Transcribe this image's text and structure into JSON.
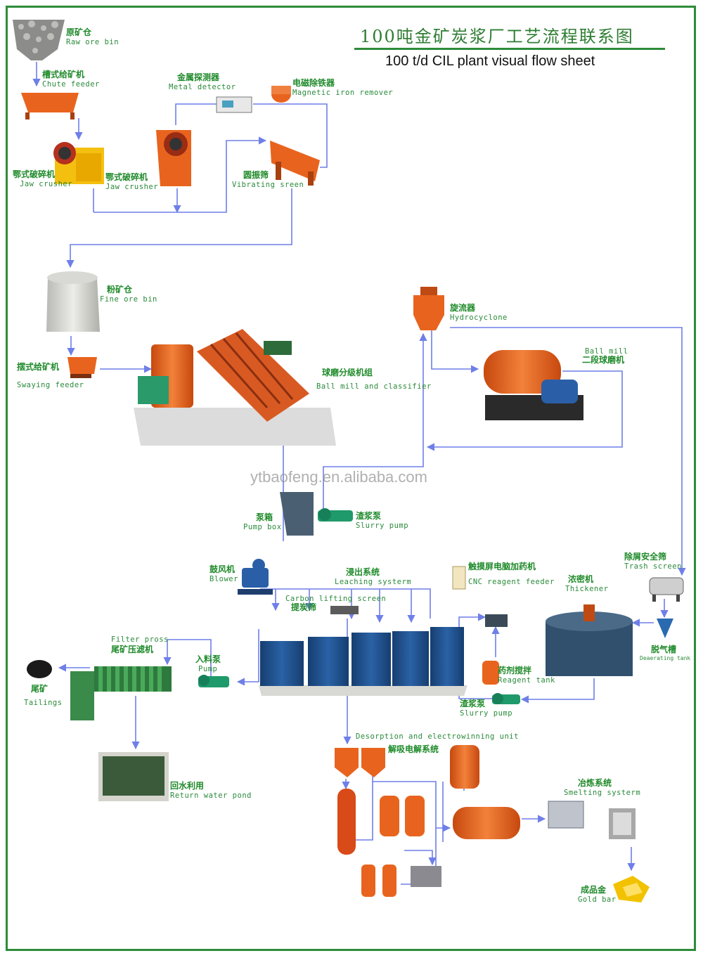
{
  "title": {
    "zh": "100吨金矿炭浆厂工艺流程联系图",
    "en": "100 t/d CIL plant visual flow sheet"
  },
  "watermark": "ytbaofeng.en.alibaba.com",
  "colors": {
    "frame": "#2e8b3a",
    "flow_line": "#6f7fe8",
    "label_green": "#1f8a2a",
    "equipment_orange": "#e8641e",
    "tank_blue": "#1e4f8c"
  },
  "equipment": {
    "raw_ore_bin": {
      "zh": "原矿仓",
      "en": "Raw ore bin"
    },
    "chute_feeder": {
      "zh": "槽式给矿机",
      "en": "Chute feeder"
    },
    "metal_detector": {
      "zh": "金属探测器",
      "en": "Metal detector"
    },
    "magnetic_iron_remover": {
      "zh": "电磁除铁器",
      "en": "Magnetic iron remover"
    },
    "jaw_crusher_1": {
      "zh": "鄂式破碎机",
      "en": "Jaw crusher"
    },
    "jaw_crusher_2": {
      "zh": "鄂式破碎机",
      "en": "Jaw crusher"
    },
    "vibrating_screen": {
      "zh": "圆振筛",
      "en": "Vibrating sreen"
    },
    "fine_ore_bin": {
      "zh": "粉矿仓",
      "en": "Fine ore bin"
    },
    "swaying_feeder": {
      "zh": "摆式给矿机",
      "en": "Swaying feeder"
    },
    "ball_mill_classifier": {
      "zh": "球磨分级机组",
      "en": "Ball mill and classifier"
    },
    "hydrocyclone": {
      "zh": "旋流器",
      "en": "Hydrocyclone"
    },
    "ball_mill_2": {
      "zh": "二段球磨机",
      "en": "Ball mill"
    },
    "pump_box": {
      "zh": "泵箱",
      "en": "Pump box"
    },
    "slurry_pump_1": {
      "zh": "渣浆泵",
      "en": "Slurry pump"
    },
    "blower": {
      "zh": "鼓风机",
      "en": "Blower"
    },
    "leaching_system": {
      "zh": "浸出系统",
      "en": "Leaching systerm"
    },
    "carbon_lifting_screen": {
      "zh": "提炭筛",
      "en": "Carbon lifting screen"
    },
    "cnc_reagent_feeder": {
      "zh": "触摸屏电脑加药机",
      "en": "CNC reagent feeder"
    },
    "thickener": {
      "zh": "浓密机",
      "en": "Thickener"
    },
    "trash_screen": {
      "zh": "除屑安全筛",
      "en": "Trash screen"
    },
    "deaerating_tank": {
      "zh": "脱气槽",
      "en": "Deaerating tank"
    },
    "filter_press": {
      "zh": "尾矿压滤机",
      "en": "Filter pross"
    },
    "feed_pump": {
      "zh": "入料泵",
      "en": "Pump"
    },
    "tailings": {
      "zh": "尾矿",
      "en": "Tailings"
    },
    "reagent_tank": {
      "zh": "药剂搅拌",
      "en": "Reagent tank"
    },
    "slurry_pump_2": {
      "zh": "渣浆泵",
      "en": "Slurry pump"
    },
    "return_water_pond": {
      "zh": "回水利用",
      "en": "Return water pond"
    },
    "desorption_unit": {
      "zh": "解吸电解系统",
      "en": "Desorption and electrowinning unit"
    },
    "smelting_system": {
      "zh": "冶炼系统",
      "en": "Smelting systerm"
    },
    "gold_bar": {
      "zh": "成品金",
      "en": "Gold bar"
    }
  }
}
